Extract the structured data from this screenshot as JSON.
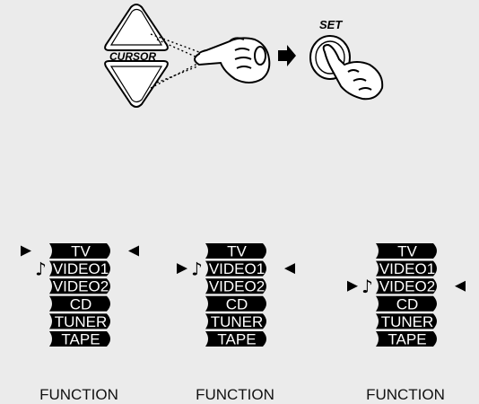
{
  "controls": {
    "cursor_label": "CURSOR",
    "set_label": "SET"
  },
  "columns": [
    {
      "items": [
        "TV",
        "VIDEO1",
        "VIDEO2",
        "CD",
        "TUNER",
        "TAPE"
      ],
      "selected_index": 0,
      "note_index": 1,
      "caption": "FUNCTION"
    },
    {
      "items": [
        "TV",
        "VIDEO1",
        "VIDEO2",
        "CD",
        "TUNER",
        "TAPE"
      ],
      "selected_index": 1,
      "note_index": 1,
      "caption": "FUNCTION"
    },
    {
      "items": [
        "TV",
        "VIDEO1",
        "VIDEO2",
        "CD",
        "TUNER",
        "TAPE"
      ],
      "selected_index": 2,
      "note_index": 2,
      "caption": "FUNCTION"
    }
  ],
  "colors": {
    "background": "#ebebeb",
    "ink": "#000000",
    "item_text": "#ffffff"
  },
  "icons": {
    "pointer": "pointing-hand-icon",
    "arrow": "right-arrow-icon",
    "selection_left": "right-triangle-icon",
    "selection_right": "left-triangle-icon",
    "note": "music-note-icon"
  }
}
